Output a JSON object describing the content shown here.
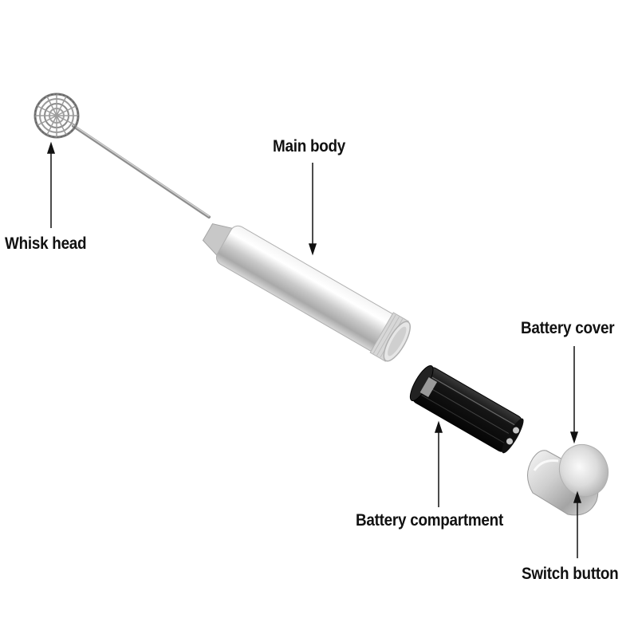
{
  "labels": {
    "main_body": "Main body",
    "whisk_head": "Whisk head",
    "battery_cover": "Battery cover",
    "battery_compartment": "Battery compartment",
    "switch_button": "Switch button"
  }
}
